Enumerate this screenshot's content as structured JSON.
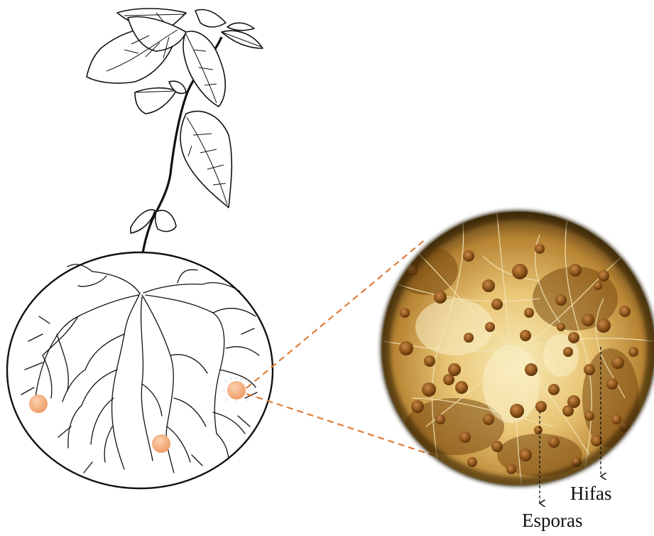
{
  "labels": {
    "hyphae": "Hifas",
    "spores": "Esporas"
  },
  "colors": {
    "ink": "#111111",
    "spore_fill": "#f0a070",
    "connector": "#e07d35",
    "micro_base": "#7a4a10",
    "micro_glow": "#f6e4a4",
    "spore_dark": "#6b3a0c"
  },
  "icons": {
    "plant": "bean-seedling-drawing",
    "root_zone": "soil-circle-with-roots",
    "microscope_view": "mycorrhizal-fungus-micrograph"
  }
}
